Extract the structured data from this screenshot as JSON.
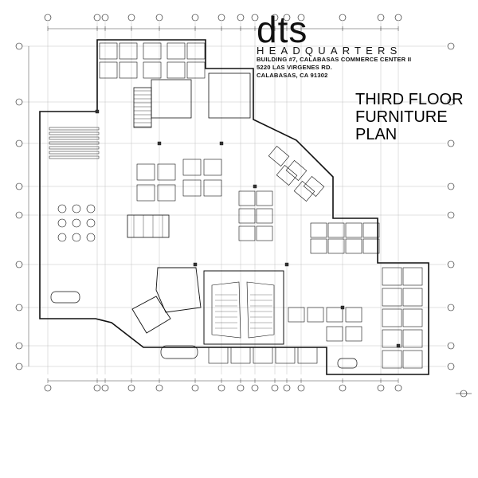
{
  "header": {
    "logo": "dts",
    "subtitle": "HEADQUARTERS",
    "address": [
      "BUILDING #7, CALABASAS COMMERCE CENTER II",
      "5220 LAS VIRGENES RD.",
      "CALABASAS, CA  91302"
    ]
  },
  "title_lines": [
    "THIRD FLOOR",
    "FURNITURE",
    "PLAN"
  ],
  "colors": {
    "line": "#111111",
    "grid": "#888888",
    "fill": "#e6e6e6"
  }
}
